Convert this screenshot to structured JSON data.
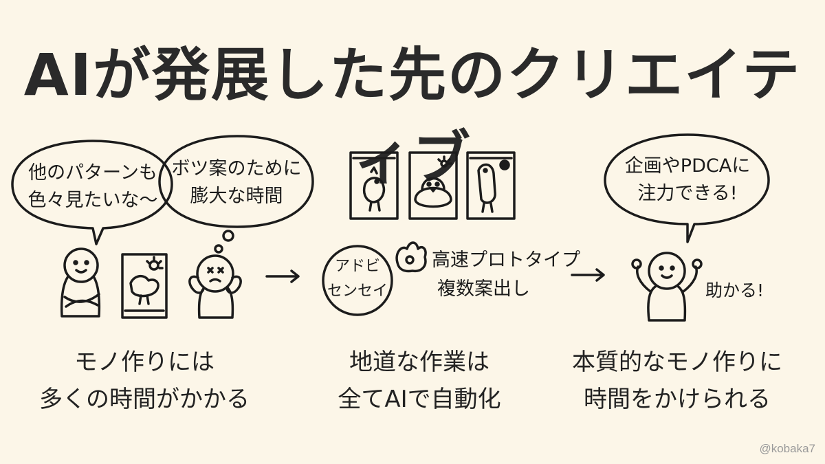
{
  "title": "AIが発展した先のクリエイティブ",
  "panels": {
    "left": {
      "bubble1": [
        "他のパターンも",
        "色々見たいな〜"
      ],
      "bubble2": [
        "ボツ案のために",
        "膨大な時間"
      ],
      "caption": [
        "モノ作りには",
        "多くの時間がかかる"
      ]
    },
    "middle": {
      "circle_label": [
        "アドビ",
        "センセイ"
      ],
      "note": [
        "高速プロトタイプ",
        "複数案出し"
      ],
      "caption": [
        "地道な作業は",
        "全てAIで自動化"
      ]
    },
    "right": {
      "bubble": [
        "企画やPDCAに",
        "注力できる!"
      ],
      "exclaim": "助かる!",
      "caption": [
        "本質的なモノ作りに",
        "時間をかけられる"
      ]
    }
  },
  "credit": "@kobaka7",
  "colors": {
    "background": "#fcf6e8",
    "ink": "#1c1c1c",
    "credit": "#9a9a9a"
  }
}
